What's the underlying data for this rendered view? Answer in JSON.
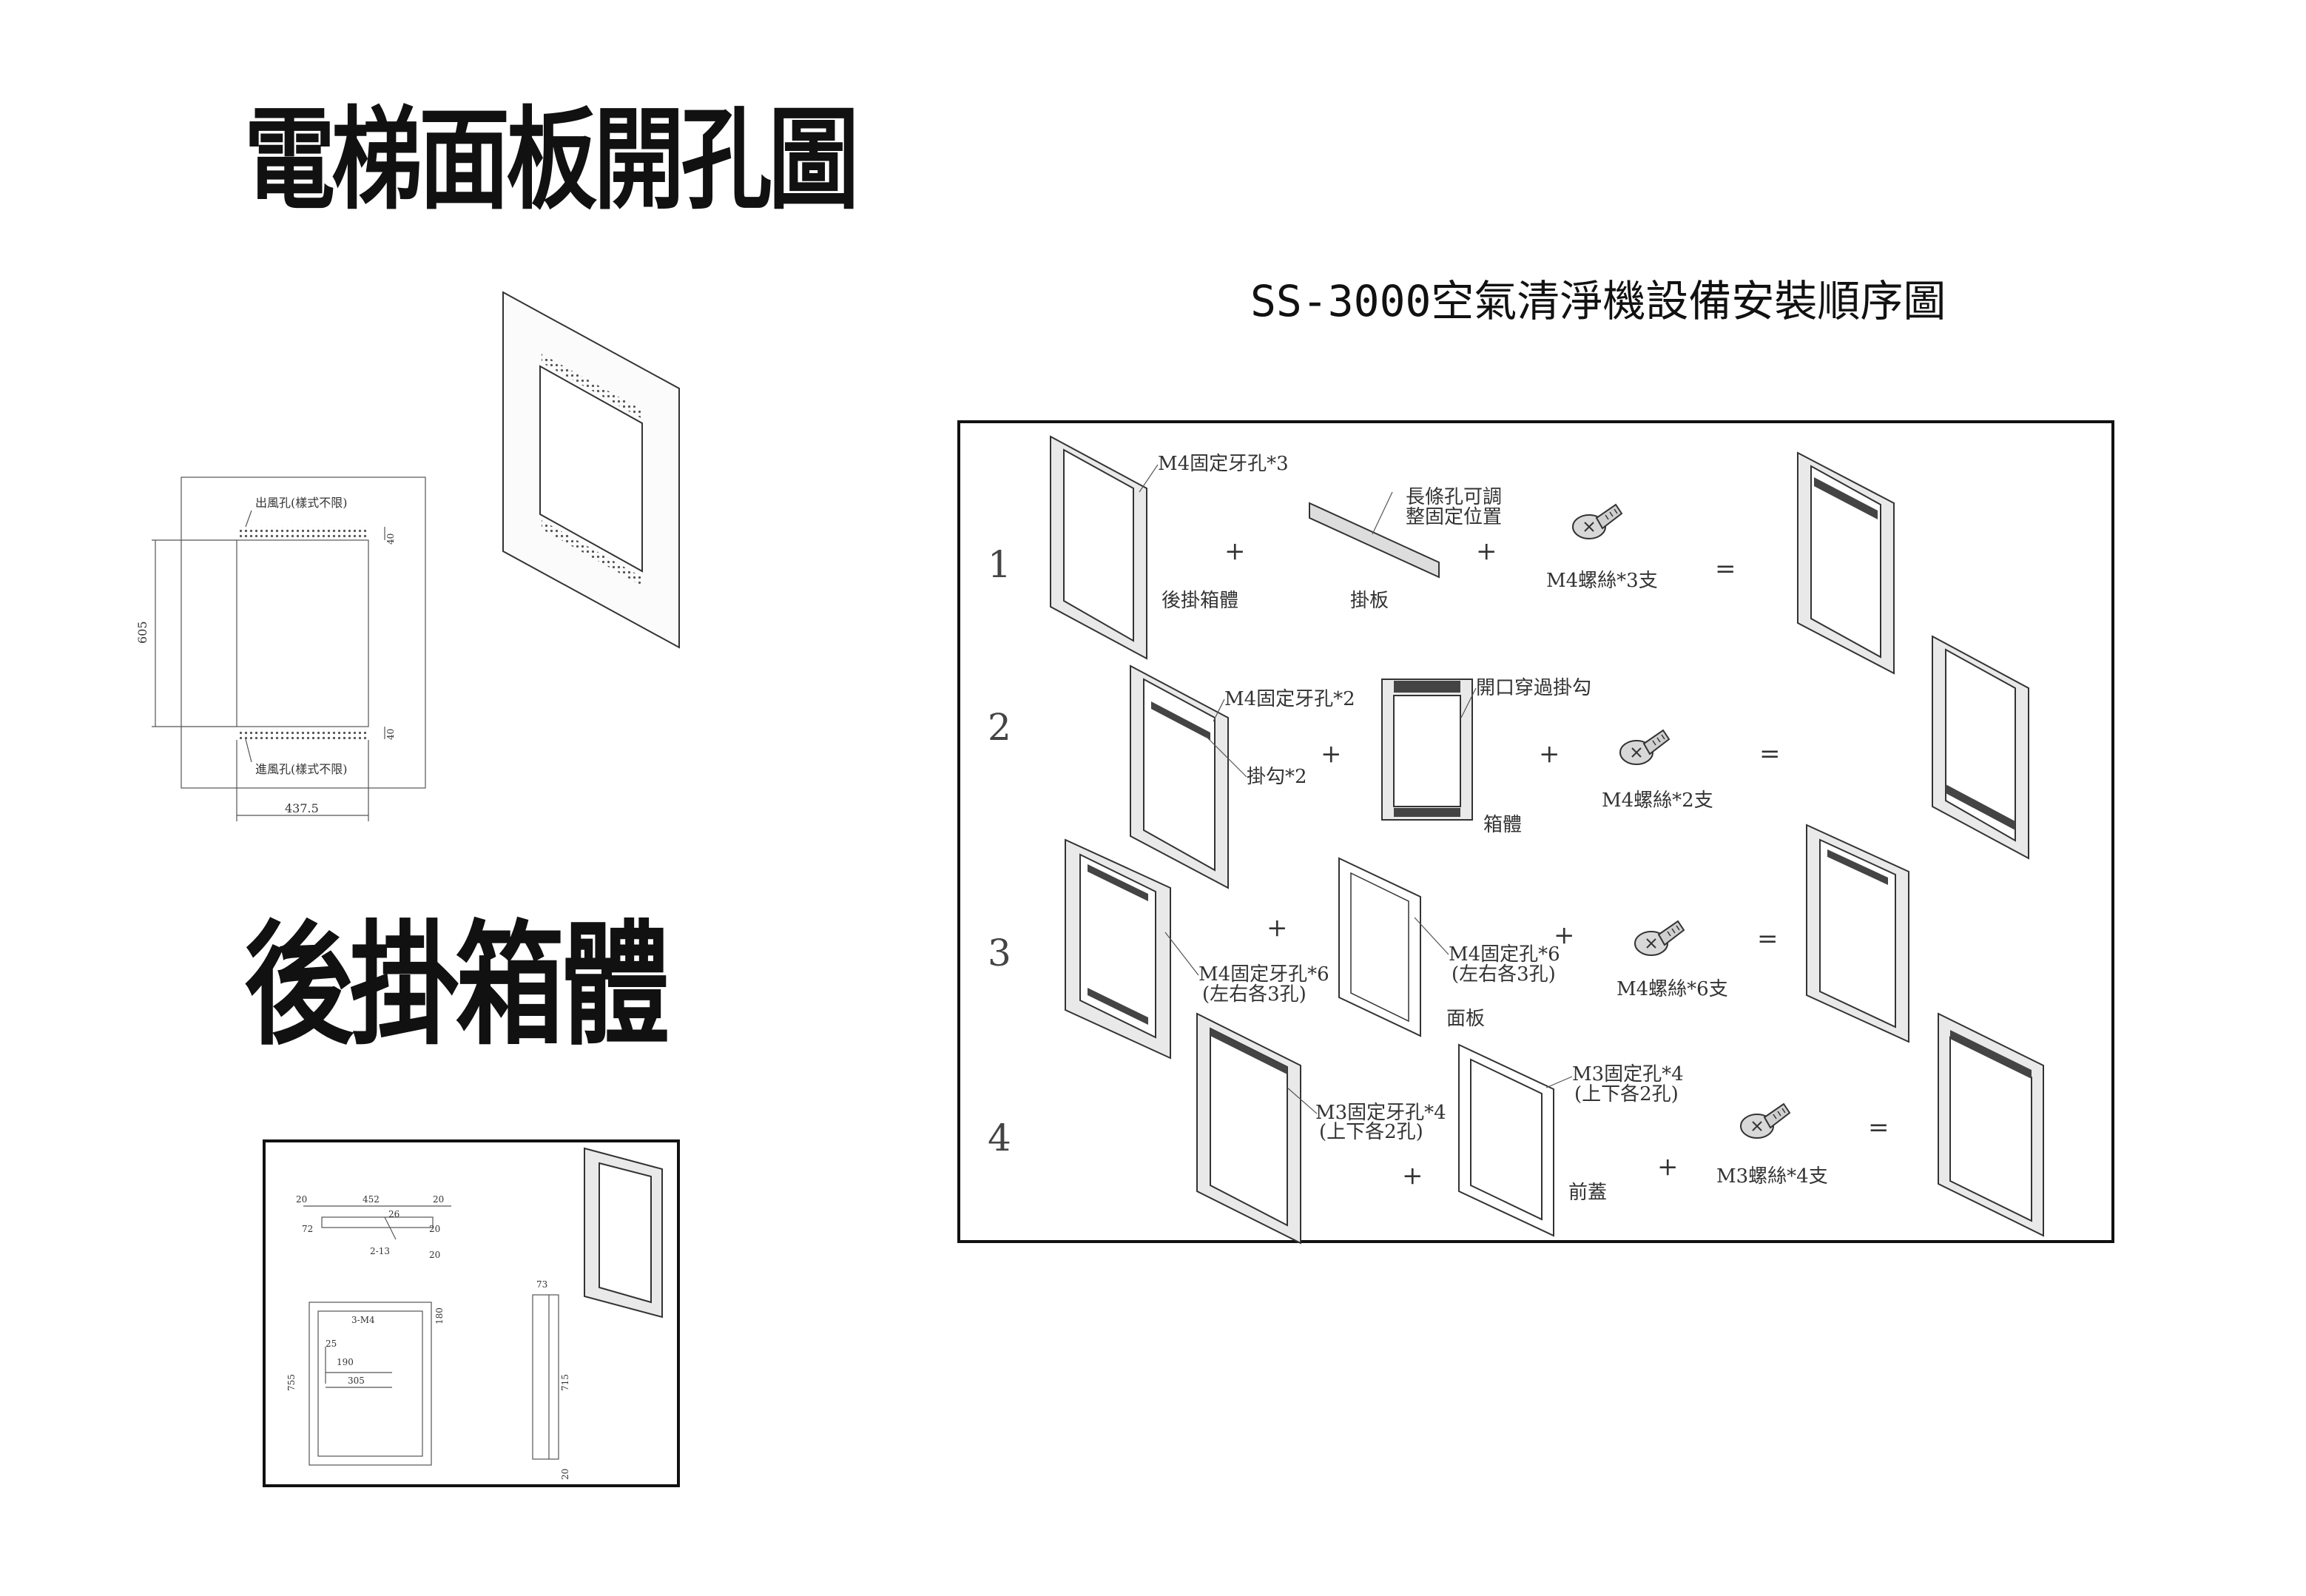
{
  "titles": {
    "panel_cutout": "電梯面板開孔圖",
    "wall_box": "後掛箱體",
    "install_sequence": "SS-3000空氣清淨機設備安裝順序圖"
  },
  "cutout_drawing": {
    "outlet_label": "出風孔(樣式不限)",
    "inlet_label": "進風孔(樣式不限)",
    "height_dim": "605",
    "width_dim": "437.5",
    "top_gap_dim": "40",
    "bottom_gap_dim": "40"
  },
  "box_drawing": {
    "dims": [
      "20",
      "452",
      "20",
      "72",
      "20",
      "26",
      "2-13",
      "20",
      "3-M4",
      "25",
      "190",
      "305",
      "180",
      "755",
      "73",
      "715",
      "20"
    ]
  },
  "sequence": {
    "steps": [
      {
        "number": "1",
        "callouts": [
          "M4固定牙孔*3",
          "長條孔可調",
          "整固定位置"
        ],
        "parts": [
          "後掛箱體",
          "掛板",
          "M4螺絲*3支"
        ]
      },
      {
        "number": "2",
        "callouts": [
          "M4固定牙孔*2",
          "掛勾*2",
          "開口穿過掛勾"
        ],
        "parts": [
          "箱體",
          "M4螺絲*2支"
        ]
      },
      {
        "number": "3",
        "callouts": [
          "M4固定牙孔*6",
          "(左右各3孔)",
          "M4固定孔*6",
          "(左右各3孔)"
        ],
        "parts": [
          "面板",
          "M4螺絲*6支"
        ]
      },
      {
        "number": "4",
        "callouts": [
          "M3固定牙孔*4",
          "(上下各2孔)",
          "M3固定孔*4",
          "(上下各2孔)"
        ],
        "parts": [
          "前蓋",
          "M3螺絲*4支"
        ]
      }
    ],
    "plus": "+",
    "equals": "="
  }
}
